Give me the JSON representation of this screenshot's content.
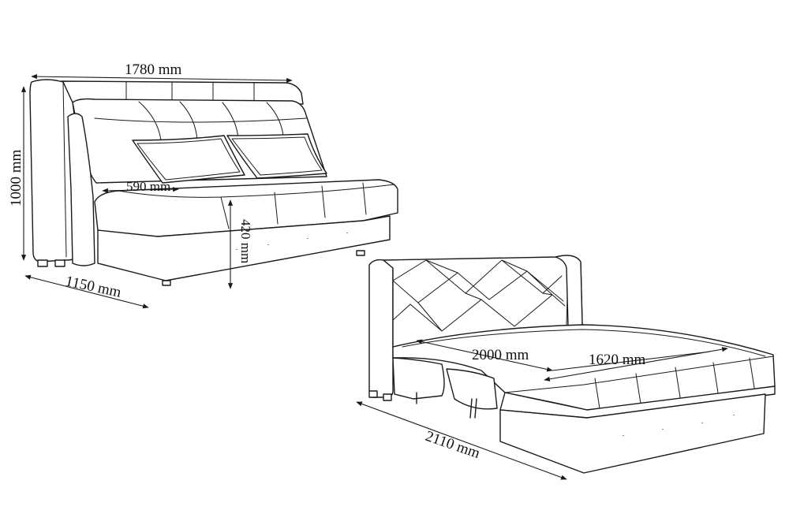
{
  "dimensions": {
    "width_label": "1780 mm",
    "height_label": "1000 mm",
    "depth_label": "1150 mm",
    "seat_depth_label": "590 mm",
    "seat_height_label": "420 mm",
    "bed_length_label": "2000 mm",
    "bed_width_label": "1620 mm",
    "unfolded_length_label": "2110 mm"
  },
  "colors": {
    "stroke": "#1a1a1a",
    "background": "#ffffff"
  }
}
